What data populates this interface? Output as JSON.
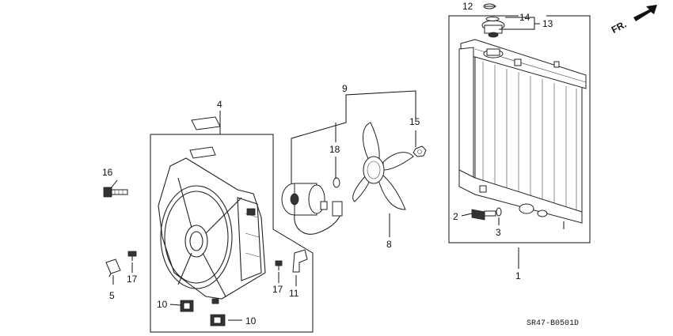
{
  "callouts": {
    "c1": "1",
    "c2": "2",
    "c3": "3",
    "c4": "4",
    "c5": "5",
    "c8": "8",
    "c9": "9",
    "c10a": "10",
    "c10b": "10",
    "c11": "11",
    "c12": "12",
    "c13": "13",
    "c14": "14",
    "c15": "15",
    "c16": "16",
    "c17a": "17",
    "c17b": "17",
    "c18": "18"
  },
  "direction_label": "FR.",
  "diagram_code": "SR47-B0501D"
}
